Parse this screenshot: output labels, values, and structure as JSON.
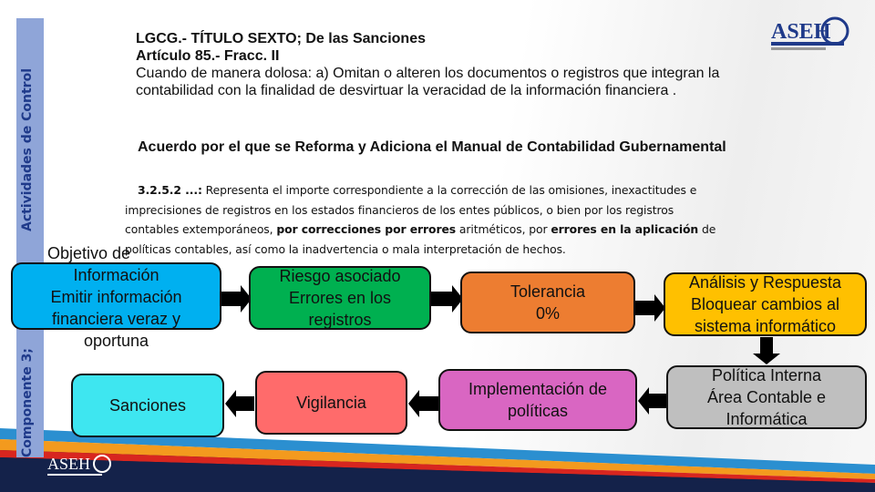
{
  "sidebar": {
    "label_top": "Actividades de Control",
    "label_bottom": "Componente 3;"
  },
  "header": {
    "line1": "LGCG.- TÍTULO SEXTO;  De las Sanciones",
    "line2": "Artículo 85.- Fracc. II",
    "line3": "Cuando de manera dolosa:  a) Omitan o alteren los documentos o registros que integran la",
    "line4": "contabilidad con la finalidad de desvirtuar la veracidad de la información financiera .",
    "acuerdo": "Acuerdo por el que se Reforma y Adiciona el Manual de Contabilidad Gubernamental"
  },
  "rule": {
    "code": "3.2.5.2 ...:",
    "p1": " Representa el importe correspondiente a la corrección de las omisiones, inexactitudes e",
    "p2": "imprecisiones de registros en los estados financieros de los entes públicos, o bien por los registros",
    "p3a": "contables extemporáneos, ",
    "p3b": "por correcciones por errores",
    "p3c": " aritméticos, por ",
    "p3d": "errores en la aplicación",
    "p3e": " de",
    "p4": "políticas contables, así como la inadvertencia o mala interpretación de hechos."
  },
  "boxes": {
    "objetivo": {
      "title": "Objetivo de",
      "lines": [
        "Información",
        "Emitir información",
        "financiera veraz y",
        "oportuna"
      ],
      "color": "#00b0f0"
    },
    "riesgo": {
      "lines": [
        "Riesgo  asociado",
        "Errores en los",
        "registros"
      ],
      "color": "#00b050"
    },
    "tolerancia": {
      "lines": [
        "Tolerancia",
        "0%"
      ],
      "color": "#ed7d31"
    },
    "analisis": {
      "lines": [
        "Análisis y Respuesta",
        "Bloquear cambios al",
        "sistema informático"
      ],
      "color": "#ffc000"
    },
    "politica": {
      "lines": [
        "Política Interna",
        "Área Contable e",
        "Informática"
      ],
      "color": "#bfbfbf"
    },
    "implementacion": {
      "lines": [
        "Implementación de",
        "políticas"
      ],
      "color": "#d966c2"
    },
    "vigilancia": {
      "lines": [
        "Vigilancia"
      ],
      "color": "#ff6b6b"
    },
    "sanciones": {
      "lines": [
        "Sanciones"
      ],
      "color": "#3ee6f0"
    }
  },
  "logo": {
    "text": "ASEH"
  }
}
